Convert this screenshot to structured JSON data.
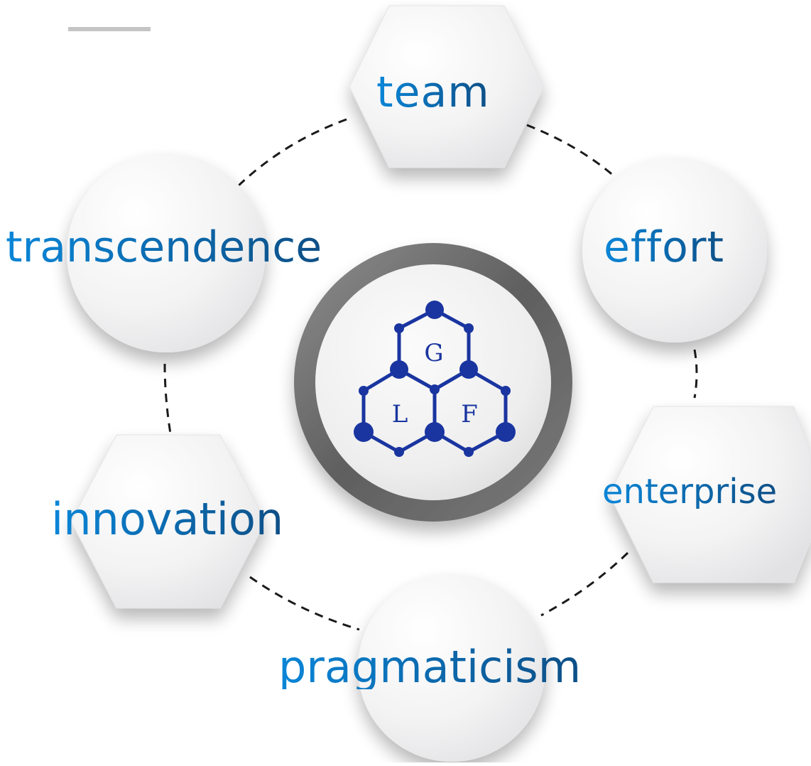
{
  "logo": {
    "letters": [
      "G",
      "L",
      "F"
    ],
    "color": "#1a35a0"
  },
  "nodes": {
    "team": "team",
    "effort": "effort",
    "enterprise": "enterprise",
    "pragmaticism": "pragmaticism",
    "innovation": "innovation",
    "transcendence": "transcendence"
  },
  "colors": {
    "text_light": "#0a86d8",
    "text_dark": "#0e4f86",
    "connector": "#1b1b1b",
    "ring": "#6d6d6d",
    "accent_bar": "#c4c4c4"
  }
}
